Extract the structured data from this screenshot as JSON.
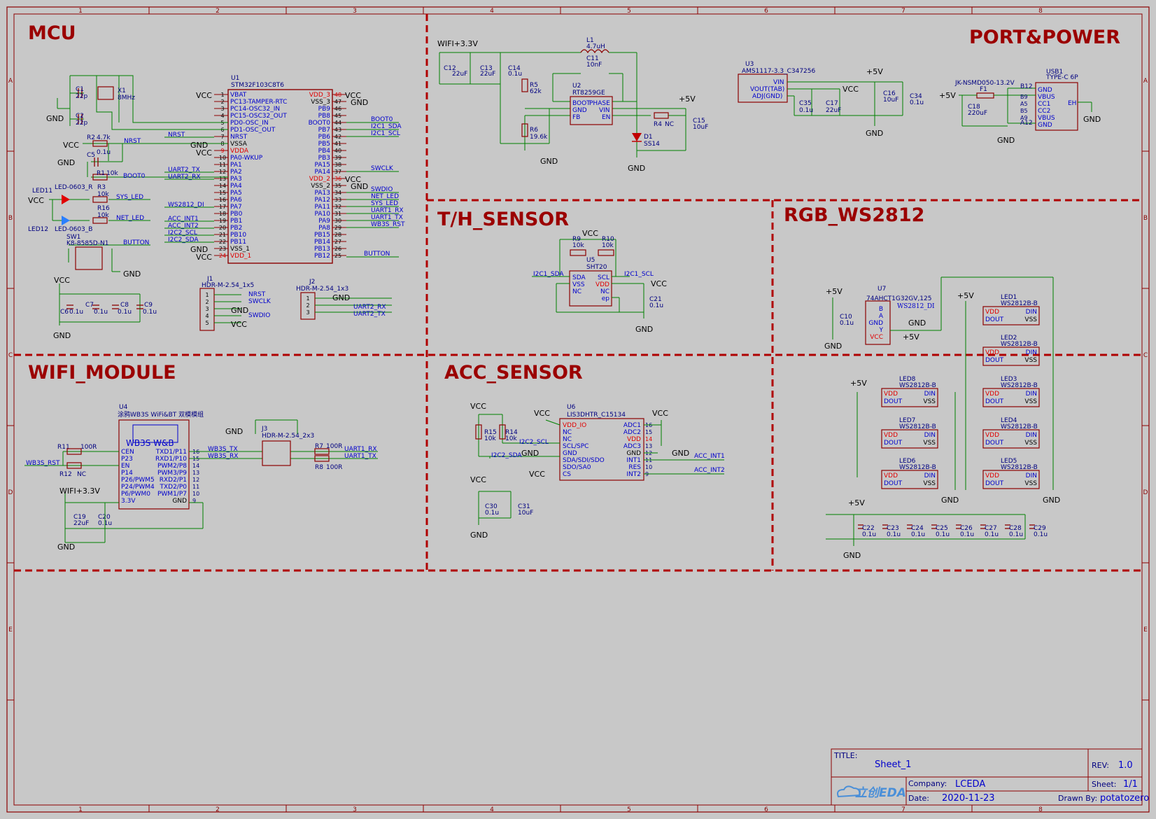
{
  "sheet": {
    "col_labels": [
      "1",
      "2",
      "3",
      "4",
      "5",
      "6",
      "7",
      "8"
    ],
    "row_labels": [
      "A",
      "B",
      "C",
      "D",
      "E"
    ]
  },
  "blocks": {
    "mcu": "MCU",
    "port_power": "PORT&POWER",
    "th_sensor": "T/H_SENSOR",
    "rgb": "RGB_WS2812",
    "wifi": "WIFI_MODULE",
    "acc": "ACC_SENSOR"
  },
  "mcu": {
    "u1_ref": "U1",
    "u1_part": "STM32F103C8T6",
    "left_pins": [
      "VBAT",
      "PC13-TAMPER-RTC",
      "PC14-OSC32_IN",
      "PC15-OSC32_OUT",
      "PD0-OSC_IN",
      "PD1-OSC_OUT",
      "NRST",
      "VSSA",
      "VDDA",
      "PA0-WKUP",
      "PA1",
      "PA2",
      "PA3",
      "PA4",
      "PA5",
      "PA6",
      "PA7",
      "PB0",
      "PB1",
      "PB2",
      "PB10",
      "PB11",
      "VSS_1",
      "VDD_1"
    ],
    "left_nums": [
      "1",
      "2",
      "3",
      "4",
      "5",
      "6",
      "7",
      "8",
      "9",
      "10",
      "11",
      "12",
      "13",
      "14",
      "15",
      "16",
      "17",
      "18",
      "19",
      "20",
      "21",
      "22",
      "23",
      "24"
    ],
    "right_pins": [
      "VDD_3",
      "VSS_3",
      "PB9",
      "PB8",
      "BOOT0",
      "PB7",
      "PB6",
      "PB5",
      "PB4",
      "PB3",
      "PA15",
      "PA14",
      "VDD_2",
      "VSS_2",
      "PA13",
      "PA12",
      "PA11",
      "PA10",
      "PA9",
      "PA8",
      "PB15",
      "PB14",
      "PB13",
      "PB12"
    ],
    "right_nums": [
      "48",
      "47",
      "46",
      "45",
      "44",
      "43",
      "42",
      "41",
      "40",
      "39",
      "38",
      "37",
      "36",
      "35",
      "34",
      "33",
      "32",
      "31",
      "30",
      "29",
      "28",
      "27",
      "26",
      "25"
    ],
    "left_nets": [
      "NRST",
      "UART2_TX",
      "UART2_RX",
      "WS2812_DI",
      "ACC_INT1",
      "ACC_INT2",
      "I2C2_SCL",
      "I2C2_SDA"
    ],
    "right_nets": [
      "BOOT0",
      "I2C1_SDA",
      "I2C1_SCL",
      "SWCLK",
      "SWDIO",
      "NET_LED",
      "SYS_LED",
      "UART1_RX",
      "UART1_TX",
      "WB3S_RST",
      "BUTTON"
    ],
    "x1": "X1",
    "x1_val": "8MHz",
    "c1": "C1",
    "c1_val": "22p",
    "c2": "C2",
    "c2_val": "22p",
    "r2": "R2",
    "r2_val": "4.7k",
    "nrst": "NRST",
    "c5": "C5",
    "c5_val": "0.1u",
    "r1": "R1",
    "r1_val": "10k",
    "boot0": "BOOT0",
    "led11": "LED11",
    "led11_part": "LED-0603_R",
    "r3": "R3",
    "r3_val": "10k",
    "sys_led": "SYS_LED",
    "led12": "LED12",
    "led12_part": "LED-0603_B",
    "r16": "R16",
    "r16_val": "10k",
    "net_led": "NET_LED",
    "sw1": "SW1",
    "sw1_part": "K8-8585D-N1",
    "button": "BUTTON",
    "c6": "C6",
    "c7": "C7",
    "c8": "C8",
    "c9": "C9",
    "cap_val": "0.1u",
    "j1": "J1",
    "j1_part": "HDR-M-2.54_1x5",
    "j1_nets": [
      "NRST",
      "SWCLK",
      "GND",
      "SWDIO",
      "VCC"
    ],
    "j2": "J2",
    "j2_part": "HDR-M-2.54_1x3",
    "j2_nets": [
      "GND",
      "UART2_RX",
      "UART2_TX"
    ],
    "vcc": "VCC",
    "gnd": "GND",
    "vssa": "VSSA",
    "vdda": "VDDA"
  },
  "power": {
    "wifi33": "WIFI+3.3V",
    "c12": "C12",
    "c12_val": "22uF",
    "c13": "C13",
    "c13_val": "22uF",
    "c14": "C14",
    "c14_val": "0.1u",
    "l1": "L1",
    "l1_val": "4.7uH",
    "c11": "C11",
    "c11_val": "10nF",
    "u2": "U2",
    "u2_part": "RT8259GE",
    "u2_pins": [
      "BOOT",
      "GND",
      "FB",
      "PHASE",
      "VIN",
      "EN"
    ],
    "r5": "R5",
    "r5_val": "62k",
    "r6": "R6",
    "r6_val": "19.6k",
    "r4": "R4",
    "r4_val": "NC",
    "c15": "C15",
    "c15_val": "10uF",
    "d1": "D1",
    "d1_part": "SS14",
    "p5v": "+5V",
    "u3": "U3",
    "u3_part": "AMS1117-3.3_C347256",
    "u3_pins": [
      "VIN",
      "VOUT(TAB)",
      "ADJ(GND)"
    ],
    "c35": "C35",
    "c35_val": "0.1u",
    "c17": "C17",
    "c17_val": "22uF",
    "c16": "C16",
    "c16_val": "10uF",
    "c34": "C34",
    "c34_val": "0.1u",
    "f1": "F1",
    "f1_part": "JK-NSMD050-13.2V",
    "c18": "C18",
    "c18_val": "220uF",
    "usb1": "USB1",
    "usb1_part": "TYPE-C 6P",
    "usb_pins": [
      "GND",
      "VBUS",
      "CC1",
      "CC2",
      "VBUS",
      "GND"
    ],
    "usb_nums": [
      "B12",
      "B9",
      "A5",
      "B5",
      "A9",
      "A12"
    ],
    "usb_eh": "EH"
  },
  "th": {
    "u5": "U5",
    "u5_part": "SHT20",
    "r9": "R9",
    "r9_val": "10k",
    "r10": "R10",
    "r10_val": "10k",
    "pins_l": [
      "SDA",
      "VSS",
      "NC"
    ],
    "pins_r": [
      "SCL",
      "VDD",
      "NC",
      "ep"
    ],
    "sda": "I2C1_SDA",
    "scl": "I2C1_SCL",
    "c21": "C21",
    "c21_val": "0.1u"
  },
  "rgb": {
    "u7": "U7",
    "u7_part": "74AHCT1G32GV,125",
    "u7_pins": [
      "B",
      "A",
      "GND",
      "Y",
      "VCC"
    ],
    "c10": "C10",
    "c10_val": "0.1u",
    "ws_net": "WS2812_DI",
    "leds": [
      {
        "ref": "LED1",
        "part": "WS2812B-B"
      },
      {
        "ref": "LED2",
        "part": "WS2812B-B"
      },
      {
        "ref": "LED3",
        "part": "WS2812B-B"
      },
      {
        "ref": "LED4",
        "part": "WS2812B-B"
      },
      {
        "ref": "LED5",
        "part": "WS2812B-B"
      },
      {
        "ref": "LED8",
        "part": "WS2812B-B"
      },
      {
        "ref": "LED7",
        "part": "WS2812B-B"
      },
      {
        "ref": "LED6",
        "part": "WS2812B-B"
      }
    ],
    "led_pins": [
      "VDD",
      "DOUT",
      "DIN",
      "VSS"
    ],
    "caps": [
      "C22",
      "C23",
      "C24",
      "C25",
      "C26",
      "C27",
      "C28",
      "C29"
    ],
    "cap_val": "0.1u"
  },
  "wifi": {
    "u4": "U4",
    "u4_part": "涂鸦WB3S WiFi&BT 双模模组",
    "u4_name": "WB3S W&B",
    "pins_l": [
      "CEN",
      "P23",
      "EN",
      "P14",
      "P26/PWM5",
      "P24/PWM4",
      "P6/PWM0",
      "3.3V"
    ],
    "pins_r": [
      "TXD1/P11",
      "RXD1/P10",
      "PWM2/P8",
      "PWM3/P9",
      "RXD2/P1",
      "TXD2/P0",
      "PWM1/P7",
      "GND"
    ],
    "nums_r": [
      "16",
      "15",
      "14",
      "13",
      "12",
      "11",
      "10",
      "9"
    ],
    "r11": "R11",
    "r11_val": "100R",
    "r12": "R12",
    "r12_val": "NC",
    "rst": "WB3S_RST",
    "c19": "C19",
    "c19_val": "22uF",
    "c20": "C20",
    "c20_val": "0.1u",
    "j3": "J3",
    "j3_part": "HDR-M-2.54_2x3",
    "tx": "WB3S_TX",
    "rx": "WB3S_RX",
    "r7": "R7",
    "r7_val": "100R",
    "r8": "R8",
    "r8_val": "100R",
    "u1rx": "UART1_RX",
    "u1tx": "UART1_TX"
  },
  "acc": {
    "u6": "U6",
    "u6_part": "LIS3DHTR_C15134",
    "pins_l": [
      "VDD_IO",
      "NC",
      "NC",
      "SCL/SPC",
      "GND",
      "SDA/SDI/SDO",
      "SDO/SA0",
      "CS"
    ],
    "pins_r": [
      "ADC1",
      "ADC2",
      "VDD",
      "ADC3",
      "GND",
      "INT1",
      "RES",
      "INT2"
    ],
    "nums_r": [
      "16",
      "15",
      "14",
      "13",
      "12",
      "11",
      "10",
      "9"
    ],
    "r15": "R15",
    "r15_val": "10k",
    "r14": "R14",
    "r14_val": "10k",
    "scl": "I2C2_SCL",
    "sda": "I2C2_SDA",
    "int1": "ACC_INT1",
    "int2": "ACC_INT2",
    "c30": "C30",
    "c30_val": "0.1u",
    "c31": "C31",
    "c31_val": "10uF"
  },
  "title_block": {
    "title_label": "TITLE:",
    "title": "Sheet_1",
    "rev_label": "REV:",
    "rev": "1.0",
    "company_label": "Company:",
    "company": "LCEDA",
    "sheet_label": "Sheet:",
    "sheet": "1/1",
    "date_label": "Date:",
    "date": "2020-11-23",
    "drawn_label": "Drawn By:",
    "drawn": "potatozero",
    "logo": "立创EDA"
  },
  "colors": {
    "bg": "#c8c8c8",
    "frame": "#8b0000",
    "wire": "#008000",
    "part": "#8b0000",
    "pin": "#0000cc",
    "net": "#0000cc",
    "junction": "#800000",
    "power": "#000000"
  }
}
